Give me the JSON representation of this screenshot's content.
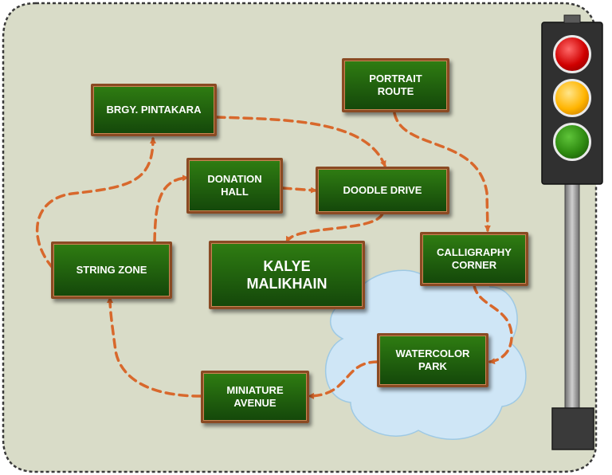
{
  "diagram": {
    "title": "",
    "nodes": [
      {
        "id": "brgy",
        "label": "BRGY. PINTAKARA"
      },
      {
        "id": "portrait",
        "label": "PORTRAIT\nROUTE"
      },
      {
        "id": "donation",
        "label": "DONATION\nHALL"
      },
      {
        "id": "doodle",
        "label": "DOODLE DRIVE"
      },
      {
        "id": "string",
        "label": "STRING ZONE"
      },
      {
        "id": "kalye",
        "label": "KALYE\nMALIKHAIN"
      },
      {
        "id": "calligraphy",
        "label": "CALLIGRAPHY\nCORNER"
      },
      {
        "id": "watercolor",
        "label": "WATERCOLOR\nPARK"
      },
      {
        "id": "miniature",
        "label": "MINIATURE\nAVENUE"
      }
    ],
    "edges": [
      {
        "from": "brgy",
        "to": "doodle"
      },
      {
        "from": "donation",
        "to": "doodle"
      },
      {
        "from": "doodle",
        "to": "kalye"
      },
      {
        "from": "string",
        "to": "brgy"
      },
      {
        "from": "string",
        "to": "donation"
      },
      {
        "from": "portrait",
        "to": "calligraphy"
      },
      {
        "from": "calligraphy",
        "to": "watercolor"
      },
      {
        "from": "watercolor",
        "to": "miniature"
      },
      {
        "from": "miniature",
        "to": "string"
      }
    ]
  },
  "colors": {
    "board_fill": "#d9dcc8",
    "node_fill": "#2a7410",
    "node_border": "#8a4a23",
    "arrow": "#d8682c",
    "cloud": "#cfe6f6",
    "light_red": "#e00000",
    "light_yellow": "#ffb400",
    "light_green": "#2e8a10"
  },
  "traffic_light": {
    "lights": [
      "red",
      "yellow",
      "green"
    ]
  }
}
